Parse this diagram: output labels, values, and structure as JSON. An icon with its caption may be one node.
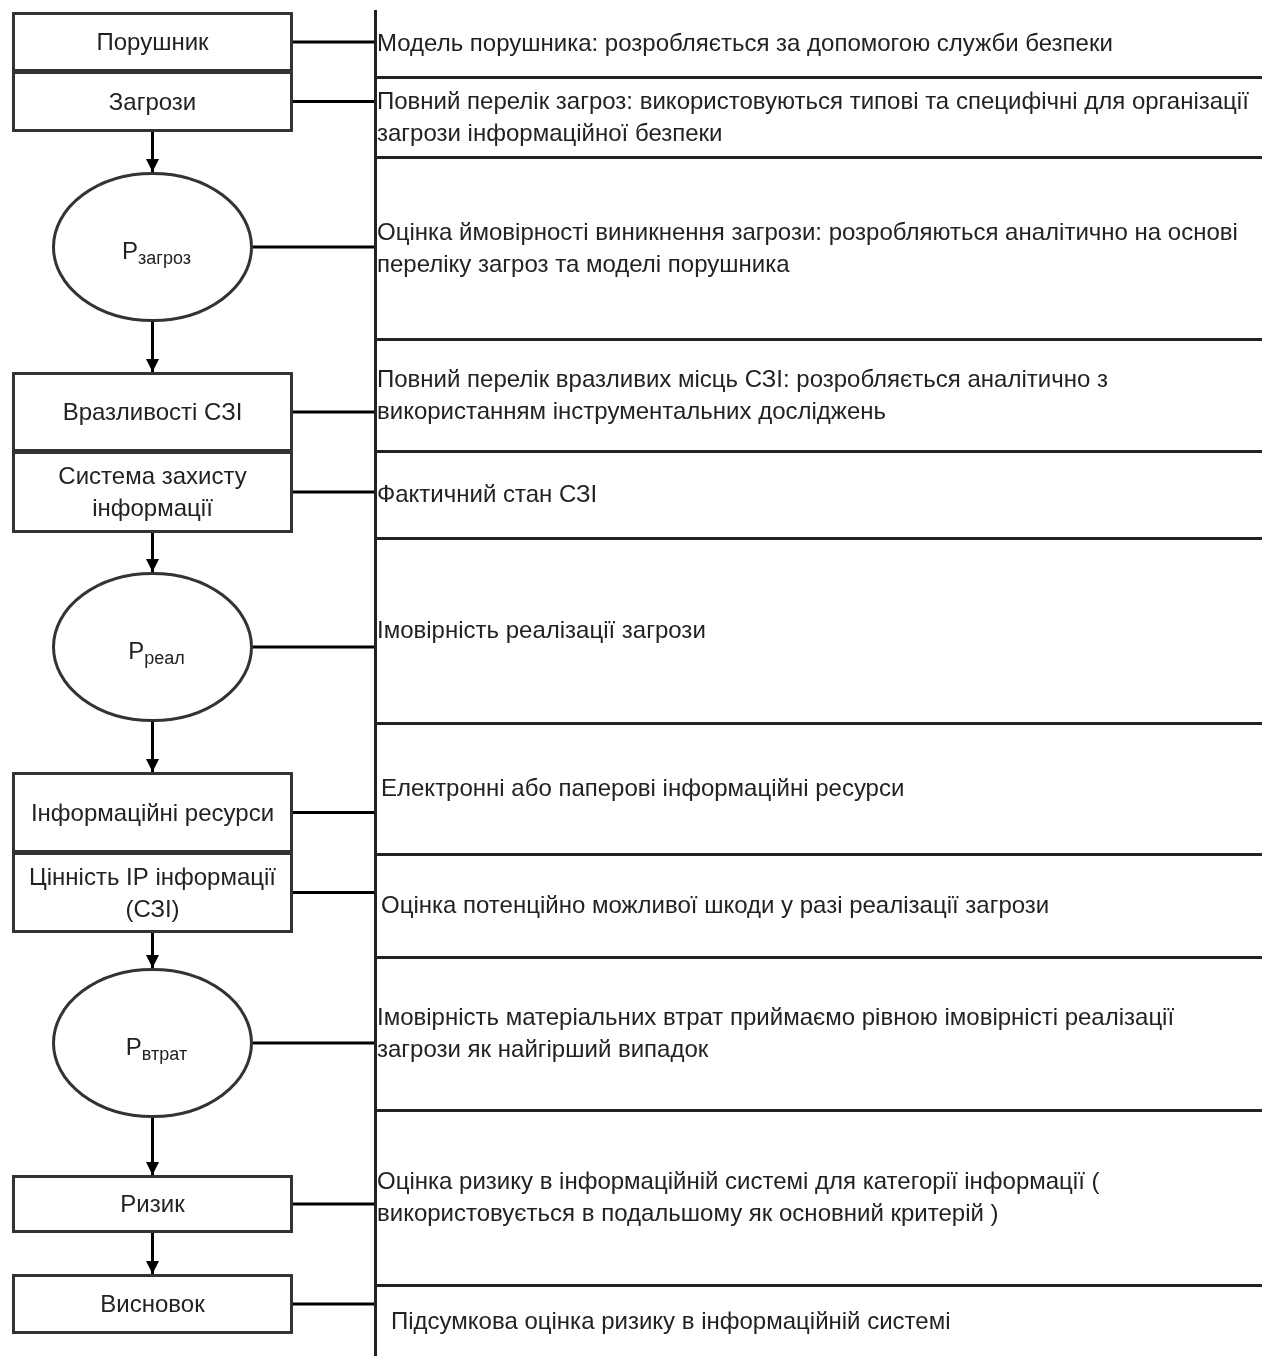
{
  "diagram": {
    "nodes": [
      {
        "text": [
          "Порушник"
        ]
      },
      {
        "text": [
          "Загрози"
        ]
      },
      {
        "text": [
          "P$_{загроз}$"
        ]
      },
      {
        "text": [
          "Вразливості СЗІ"
        ]
      },
      {
        "text": [
          "Система захисту інформації"
        ]
      },
      {
        "text": [
          "P$_{реал}$"
        ]
      },
      {
        "text": [
          "Інформаційні ресурси"
        ]
      },
      {
        "text": [
          "Цінність ІР інформації (СЗІ)"
        ]
      },
      {
        "text": [
          "P$_{втрат}$"
        ]
      },
      {
        "text": [
          "Ризик"
        ]
      },
      {
        "text": [
          "Висновок"
        ]
      },
      {
        "text": [
          "Модель порушника: розробляється за допомогою служби безпеки"
        ]
      },
      {
        "text": [
          "Повний перелік загроз: використовуються типові та специфічні для організації загрози інформаційної безпеки"
        ]
      },
      {
        "text": [
          "Оцінка ймовірності виникнення загрози: розробляються аналітично на основі переліку загроз та моделі порушника"
        ]
      },
      {
        "text": [
          "Повний перелік вразливих місць СЗІ: розробляється аналітично з використанням інструментальних досліджень"
        ]
      },
      {
        "text": [
          "Фактичний стан СЗІ"
        ]
      },
      {
        "text": [
          "Імовірність реалізації загрози"
        ]
      },
      {
        "text": [
          "Електронні або паперові інформаційні ресурси"
        ]
      },
      {
        "text": [
          "Оцінка потенційно можливої шкоди у разі реалізації загрози"
        ]
      },
      {
        "text": [
          "Імовірність матеріальних втрат приймаємо рівною імовірністі реалізації загрози як найгірший випадок"
        ]
      },
      {
        "text": [
          "Оцінка ризику в інформаційній системі для категорії інформації ( використовується в подальшому як основний критерій )"
        ]
      },
      {
        "text": [
          "Підсумкова оцінка ризику в інформаційній системі"
        ]
      }
    ],
    "edges": [
      {
        "from": 1,
        "to": 2,
        "arrow": "to"
      },
      {
        "from": 2,
        "to": 3,
        "arrow": "to"
      },
      {
        "from": 4,
        "to": 5,
        "arrow": "to"
      },
      {
        "from": 5,
        "to": 6,
        "arrow": "to"
      },
      {
        "from": 7,
        "to": 8,
        "arrow": "to"
      },
      {
        "from": 8,
        "to": 9,
        "arrow": "to"
      },
      {
        "from": 9,
        "to": 10,
        "arrow": "to"
      },
      {
        "from": 0,
        "to": 11,
        "arrow": "none"
      },
      {
        "from": 1,
        "to": 12,
        "arrow": "none"
      },
      {
        "from": 2,
        "to": 13,
        "arrow": "none"
      },
      {
        "from": 3,
        "to": 14,
        "arrow": "none"
      },
      {
        "from": 4,
        "to": 15,
        "arrow": "none"
      },
      {
        "from": 5,
        "to": 16,
        "arrow": "none"
      },
      {
        "from": 6,
        "to": 17,
        "arrow": "none"
      },
      {
        "from": 7,
        "to": 18,
        "arrow": "none"
      },
      {
        "from": 8,
        "to": 19,
        "arrow": "none"
      },
      {
        "from": 9,
        "to": 20,
        "arrow": "none"
      },
      {
        "from": 10,
        "to": 21,
        "arrow": "none"
      }
    ]
  }
}
